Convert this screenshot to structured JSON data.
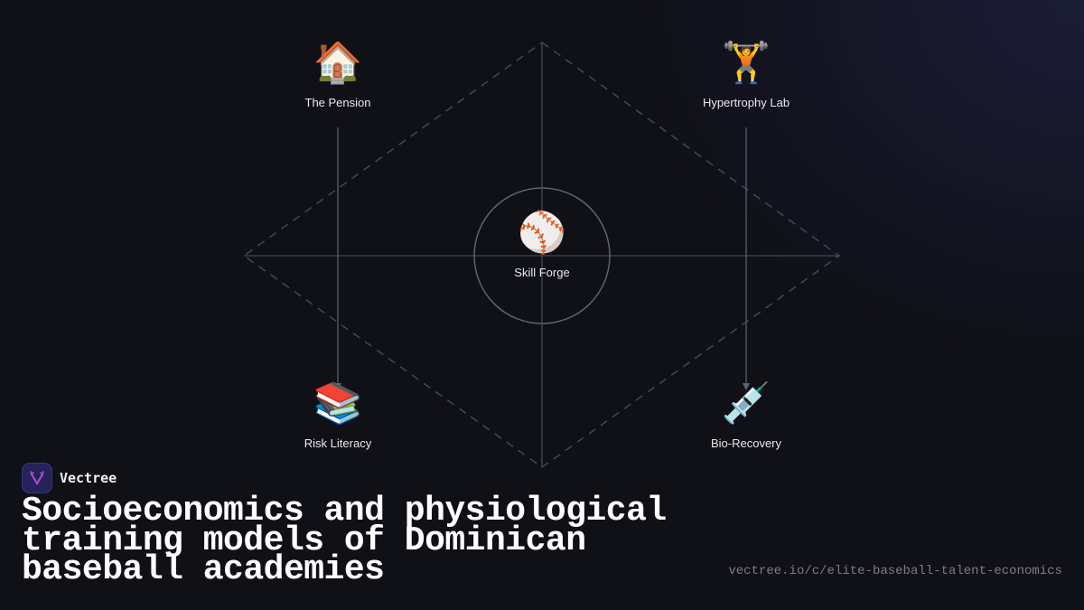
{
  "diagram": {
    "center": {
      "label": "Skill Forge",
      "icon": "baseball-icon",
      "glyph": "⚾"
    },
    "nodes": [
      {
        "id": "pension",
        "label": "The Pension",
        "icon": "house-icon",
        "glyph": "🏠",
        "position": "top-left"
      },
      {
        "id": "hypertrophy",
        "label": "Hypertrophy Lab",
        "icon": "weightlifter-icon",
        "glyph": "🏋️",
        "position": "top-right"
      },
      {
        "id": "risk",
        "label": "Risk Literacy",
        "icon": "books-icon",
        "glyph": "📚",
        "position": "bottom-left"
      },
      {
        "id": "bio",
        "label": "Bio-Recovery",
        "icon": "syringe-icon",
        "glyph": "💉",
        "position": "bottom-right"
      }
    ],
    "edges": [
      {
        "from": "pension",
        "to": "risk",
        "style": "solid-arrow"
      },
      {
        "from": "hypertrophy",
        "to": "bio",
        "style": "solid-arrow"
      }
    ],
    "colors": {
      "line": "#4a5566",
      "dashed": "#3f4a5a",
      "circle": "#5a6577"
    }
  },
  "brand": {
    "name": "Vectree",
    "logo_bg": "#25235a",
    "logo_accent": "#b44bd6"
  },
  "title": "Socioeconomics and physiological training models of Dominican baseball academies",
  "url": "vectree.io/c/elite-baseball-talent-economics"
}
